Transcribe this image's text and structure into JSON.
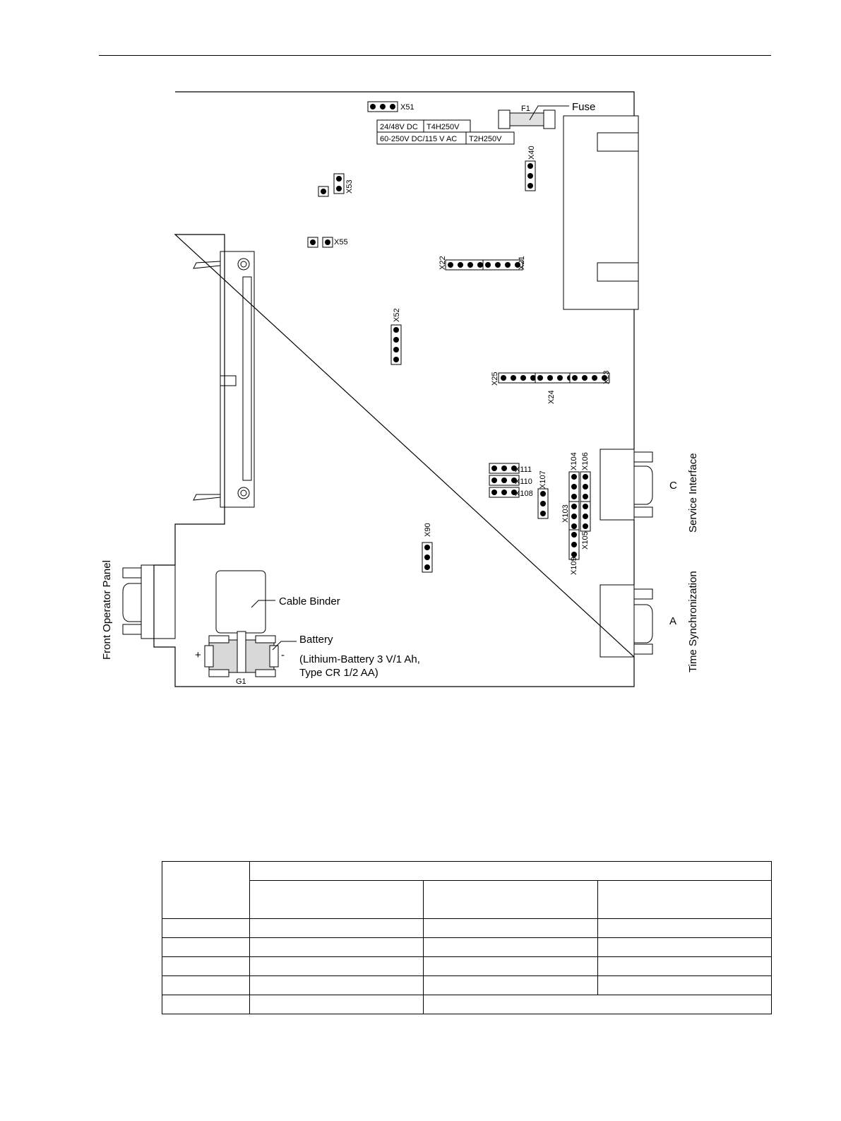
{
  "board": {
    "fuse_label": "Fuse",
    "fuse_ref": "F1",
    "fuse_table": [
      [
        "24/48V DC",
        "T4H250V"
      ],
      [
        "60-250V DC/115 V AC",
        "T2H250V"
      ]
    ],
    "cable_binder": "Cable Binder",
    "battery": "Battery",
    "battery_spec_1": "(Lithium-Battery 3 V/1 Ah,",
    "battery_spec_2": "Type CR 1/2 AA)",
    "battery_ref": "G1",
    "plus": "+",
    "minus": "-",
    "front_panel": "Front Operator Panel",
    "service_interface": "Service Interface",
    "service_letter": "C",
    "time_sync": "Time Synchronization",
    "time_sync_letter": "A",
    "jumpers": {
      "x51": "X51",
      "x53": "X53",
      "x55": "X55",
      "x40": "X40",
      "x22": "X22",
      "x21": "X21",
      "x52": "X52",
      "x25": "X25",
      "x24": "X24",
      "x23": "X23",
      "x111": "X111",
      "x110": "X110",
      "x108": "X108",
      "x107": "X107",
      "x104": "X104",
      "x106": "X106",
      "x103": "X103",
      "x105": "X105",
      "x109": "X109",
      "x90": "X90"
    }
  },
  "table": {
    "rows": 7,
    "cols": 4
  }
}
